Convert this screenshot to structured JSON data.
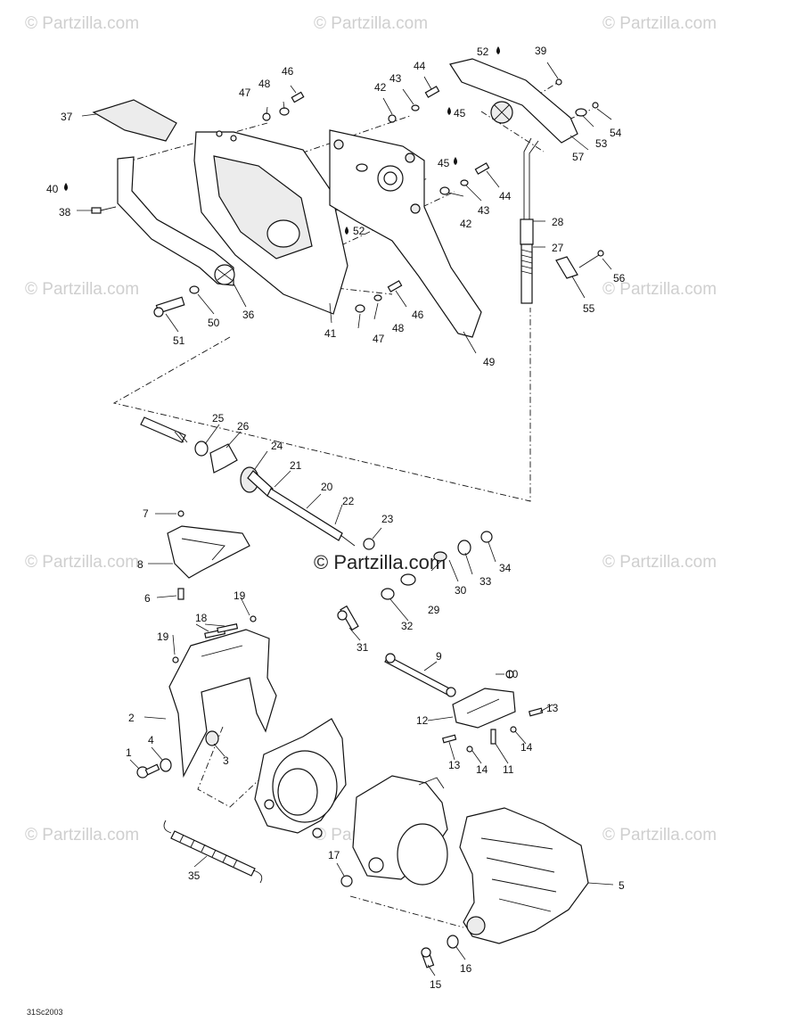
{
  "diagram": {
    "ref_code": "31Sc2003",
    "watermark": "© Partzilla.com",
    "watermark_center": "© Partzilla.com",
    "callouts": {
      "c1": "1",
      "c2": "2",
      "c3": "3",
      "c4": "4",
      "c5": "5",
      "c6": "6",
      "c7": "7",
      "c8": "8",
      "c9": "9",
      "c10": "10",
      "c11": "11",
      "c12": "12",
      "c13a": "13",
      "c13b": "13",
      "c14a": "14",
      "c14b": "14",
      "c15": "15",
      "c16": "16",
      "c17": "17",
      "c18": "18",
      "c19a": "19",
      "c19b": "19",
      "c20": "20",
      "c21": "21",
      "c22": "22",
      "c23": "23",
      "c24": "24",
      "c25": "25",
      "c26": "26",
      "c27": "27",
      "c28": "28",
      "c29": "29",
      "c30": "30",
      "c31": "31",
      "c32": "32",
      "c33": "33",
      "c34": "34",
      "c35": "35",
      "c36": "36",
      "c37": "37",
      "c38": "38",
      "c39": "39",
      "c40": "40",
      "c41": "41",
      "c42a": "42",
      "c42b": "42",
      "c43a": "43",
      "c43b": "43",
      "c44a": "44",
      "c44b": "44",
      "c45a": "45",
      "c45b": "45",
      "c46a": "46",
      "c46b": "46",
      "c47a": "47",
      "c47b": "47",
      "c48a": "48",
      "c48b": "48",
      "c49": "49",
      "c50": "50",
      "c51": "51",
      "c52a": "52",
      "c52b": "52",
      "c53": "53",
      "c54": "54",
      "c55": "55",
      "c56": "56",
      "c57": "57"
    },
    "icons": {
      "fluid_drop": "fluid-drop-icon",
      "copyright": "copyright-icon"
    },
    "colors": {
      "line": "#111111",
      "watermark": "#cfcfcf",
      "background": "#ffffff"
    }
  }
}
